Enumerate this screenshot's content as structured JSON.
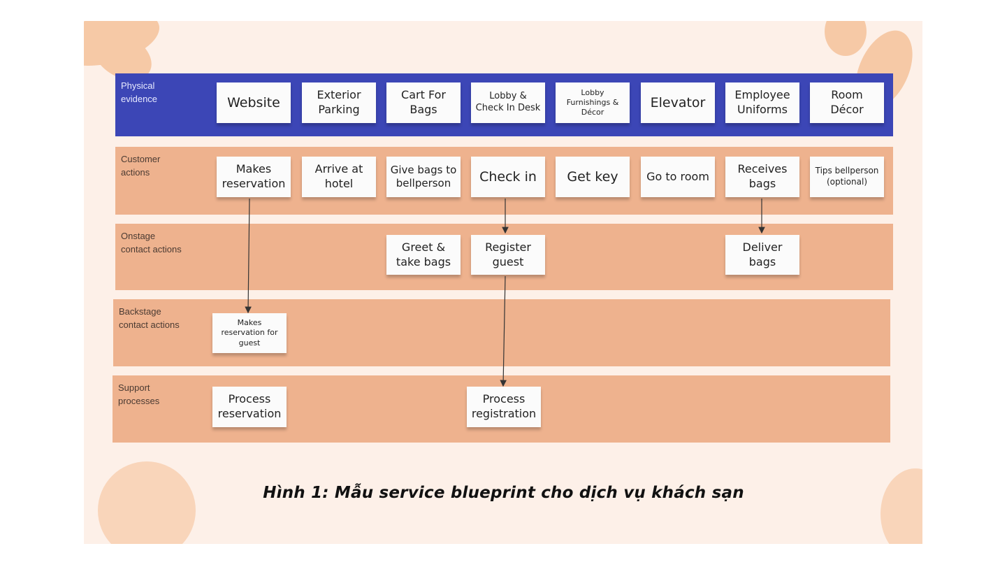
{
  "colors": {
    "evidence_lane": "#3c46b6",
    "action_lane": "#eeb28e",
    "card": "#fbfbfb",
    "background": "#fdf0e8"
  },
  "lanes": [
    {
      "label": "Physical\nevidence",
      "cards": [
        "Website",
        "Exterior\nParking",
        "Cart For\nBags",
        "Lobby &\nCheck In Desk",
        "Lobby\nFurnishings &\nDécor",
        "Elevator",
        "Employee\nUniforms",
        "Room\nDécor"
      ]
    },
    {
      "label": "Customer\nactions",
      "cards": [
        "Makes\nreservation",
        "Arrive at\nhotel",
        "Give bags to\nbellperson",
        "Check in",
        "Get key",
        "Go to room",
        "Receives\nbags",
        "Tips bellperson\n(optional)"
      ]
    },
    {
      "label": "Onstage\ncontact actions",
      "cards": [
        "Greet &\ntake bags",
        "Register\nguest",
        "Deliver\nbags"
      ]
    },
    {
      "label": "Backstage\ncontact actions",
      "cards": [
        "Makes\nreservation for\nguest"
      ]
    },
    {
      "label": "Support\nprocesses",
      "cards": [
        "Process\nreservation",
        "Process\nregistration"
      ]
    }
  ],
  "caption": "Hình 1: Mẫu service blueprint cho dịch vụ khách sạn"
}
